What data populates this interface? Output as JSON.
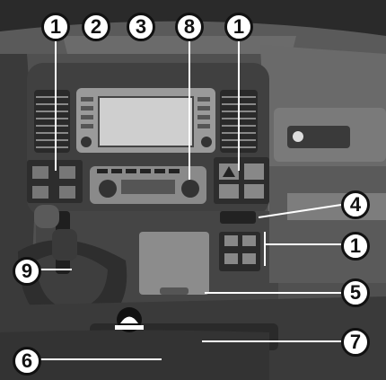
{
  "callouts": [
    {
      "id": "c1a",
      "label": "1"
    },
    {
      "id": "c2",
      "label": "2"
    },
    {
      "id": "c3",
      "label": "3"
    },
    {
      "id": "c8",
      "label": "8"
    },
    {
      "id": "c1b",
      "label": "1"
    },
    {
      "id": "c4",
      "label": "4"
    },
    {
      "id": "c1c",
      "label": "1"
    },
    {
      "id": "c9",
      "label": "9"
    },
    {
      "id": "c5",
      "label": "5"
    },
    {
      "id": "c7",
      "label": "7"
    },
    {
      "id": "c6",
      "label": "6"
    }
  ],
  "colors": {
    "background": "#ffffff",
    "line": "#ffffff",
    "badge_fill": "#ffffff",
    "badge_stroke": "#111111"
  },
  "icons": [
    "hazard-triangle-icon",
    "watermark-logo-icon",
    "gear-lever-icon",
    "screen-icon"
  ]
}
